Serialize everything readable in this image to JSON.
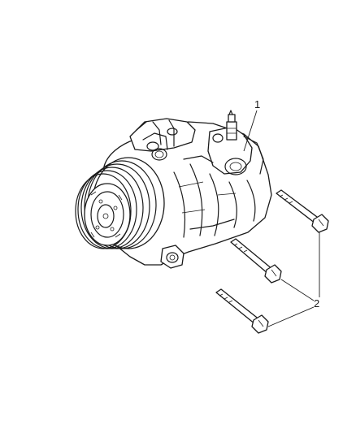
{
  "callouts": {
    "compressor": "1",
    "bolts": "2"
  },
  "parts": [
    {
      "ref": "1",
      "name": "compressor",
      "icon": "ac-compressor-icon"
    },
    {
      "ref": "2",
      "name": "mounting bolts",
      "icon": "bolt-icon",
      "count": 3
    }
  ],
  "colors": {
    "line": "#1a1a1a",
    "background": "#ffffff"
  }
}
